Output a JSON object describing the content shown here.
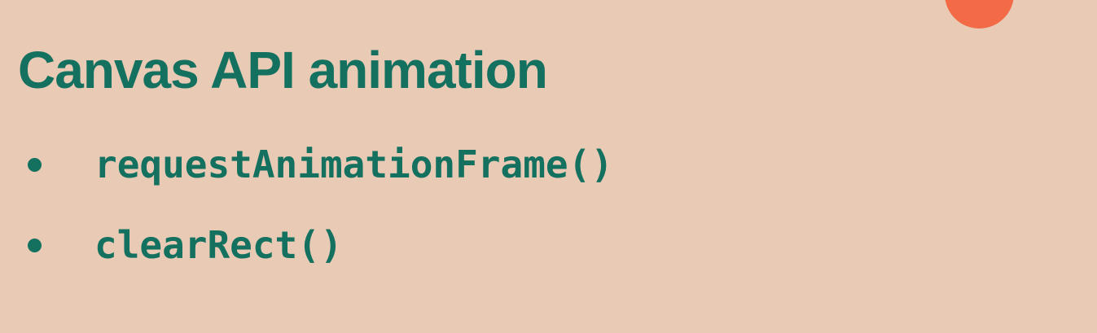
{
  "slide": {
    "title": "Canvas API animation",
    "bullets": [
      {
        "text": "requestAnimationFrame()"
      },
      {
        "text": "clearRect()"
      }
    ]
  },
  "colors": {
    "background": "#e8cab5",
    "text": "#14705f",
    "accent_circle": "#f26b46"
  },
  "icons": {
    "bullet": "bullet-dot-icon",
    "decor": "decorative-circle"
  }
}
